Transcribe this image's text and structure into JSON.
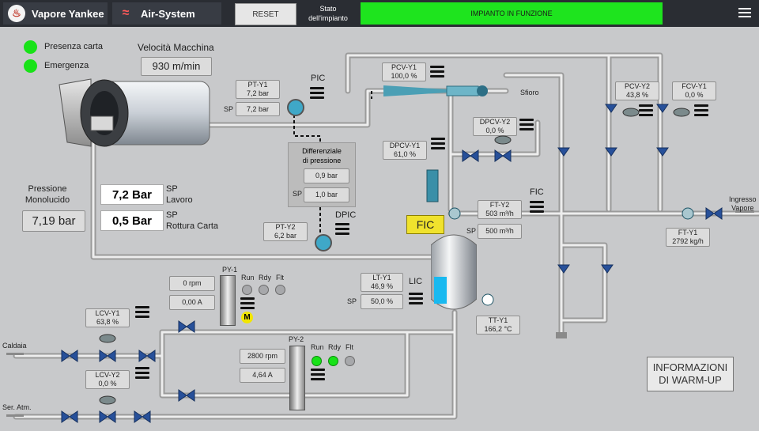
{
  "header": {
    "tab1_label": "Vapore Yankee",
    "tab2_label": "Air-System",
    "reset_label": "RESET",
    "stato_label": "Stato\ndell'impianto",
    "status_text": "IMPIANTO IN FUNZIONE",
    "status_color": "#1ee41e"
  },
  "indicators": {
    "presenza": "Presenza carta",
    "emergenza": "Emergenza",
    "velocita_label": "Velocità Macchina",
    "velocita_value": "930 m/min"
  },
  "pressione": {
    "label": "Pressione\nMonolucido",
    "value": "7,19 bar",
    "sp_lavoro_value": "7,2 Bar",
    "sp_lavoro_label": "Lavoro",
    "sp_rottura_value": "0,5 Bar",
    "sp_rottura_label": "Rottura Carta",
    "sp": "SP"
  },
  "pty1": {
    "tag": "PT-Y1",
    "value": "7,2 bar",
    "sp_value": "7,2 bar",
    "sp": "SP",
    "pic": "PIC"
  },
  "diff": {
    "label": "Differenziale\ndi pressione",
    "value": "0,9 bar",
    "sp_value": "1,0 bar",
    "sp": "SP"
  },
  "pty2": {
    "tag": "PT-Y2",
    "value": "6,2 bar",
    "dpic": "DPIC"
  },
  "pcvy1": {
    "tag": "PCV-Y1",
    "value": "100,0 %"
  },
  "dpcvy1": {
    "tag": "DPCV-Y1",
    "value": "61,0 %"
  },
  "dpcvy2": {
    "tag": "DPCV-Y2",
    "value": "0,0 %"
  },
  "sfioro": "Sfioro",
  "pcvy2": {
    "tag": "PCV-Y2",
    "value": "43,8 %"
  },
  "fcvy1": {
    "tag": "FCV-Y1",
    "value": "0,0 %"
  },
  "fty2": {
    "tag": "FT-Y2",
    "value": "503 m³/h",
    "sp_value": "500 m³/h",
    "sp": "SP",
    "fic": "FIC"
  },
  "fic_button": "FIC",
  "ingresso": "Ingresso\nVapore",
  "fty1": {
    "tag": "FT-Y1",
    "value": "2792 kg/h"
  },
  "lty1": {
    "tag": "LT-Y1",
    "value": "46,9 %",
    "sp_value": "50,0 %",
    "sp": "SP",
    "lic": "LIC"
  },
  "tty1": {
    "tag": "TT-Y1",
    "value": "166,2 °C"
  },
  "py1": {
    "tag": "PY-1",
    "rpm": "0 rpm",
    "amp": "0,00 A",
    "run": "Run",
    "rdy": "Rdy",
    "flt": "Flt",
    "motor": "M"
  },
  "py2": {
    "tag": "PY-2",
    "rpm": "2800 rpm",
    "amp": "4,64 A",
    "run": "Run",
    "rdy": "Rdy",
    "flt": "Flt"
  },
  "lcvy1": {
    "tag": "LCV-Y1",
    "value": "63,8 %"
  },
  "lcvy2": {
    "tag": "LCV-Y2",
    "value": "0,0 %"
  },
  "caldaia": "Caldaia",
  "seratm": "Ser. Atm.",
  "info_button": "INFORMAZIONI\nDI WARM-UP"
}
